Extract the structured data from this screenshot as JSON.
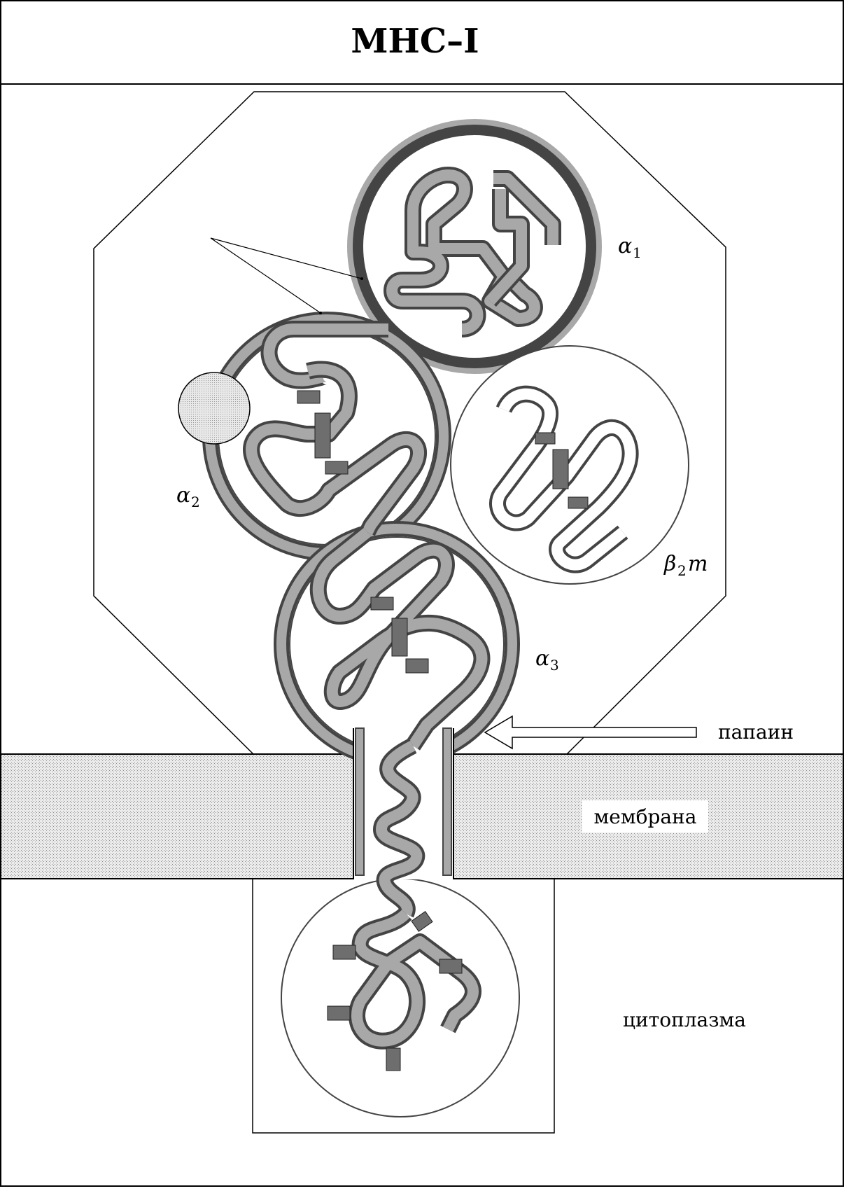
{
  "diagram": {
    "title": "MHC–I",
    "domains": [
      {
        "symbol": "α",
        "subscript": "1",
        "suffix": ""
      },
      {
        "symbol": "α",
        "subscript": "2",
        "suffix": ""
      },
      {
        "symbol": "α",
        "subscript": "3",
        "suffix": ""
      },
      {
        "symbol": "β",
        "subscript": "2",
        "suffix": "m"
      }
    ],
    "labels": {
      "papain": "папаин",
      "membrane": "мембрана",
      "cytoplasm": "цитоплазма"
    }
  },
  "colors": {
    "strand_fill": "#a8a8a8",
    "strand_outline": "#444444",
    "beta2m_strand_fill": "#ffffff",
    "membrane_fill": "#dcdcdc",
    "disulfide": "#6e6e6e",
    "glycan": "#d6d6d6"
  }
}
